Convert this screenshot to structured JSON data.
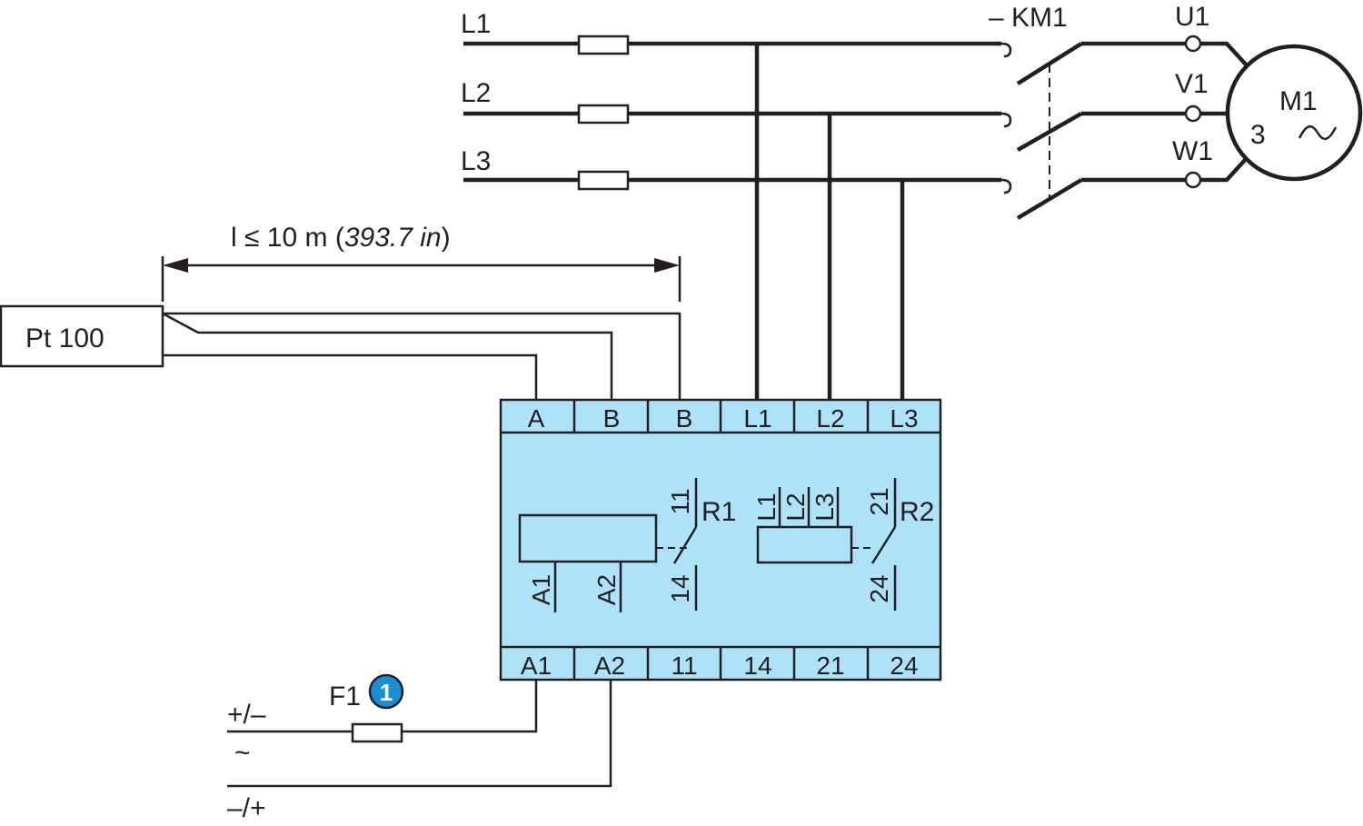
{
  "supply": {
    "phases": [
      "L1",
      "L2",
      "L3"
    ],
    "contactor": "– KM1",
    "motor_terminals": [
      "U1",
      "V1",
      "W1"
    ],
    "motor_name": "M1",
    "motor_phases": "3",
    "motor_symbol": "~"
  },
  "sensor": {
    "name": "Pt 100",
    "max_length_prefix": "l ≤ 10 m (",
    "max_length_inches": "393.7 in",
    "max_length_suffix": ")"
  },
  "relay": {
    "top_terminals": [
      "A",
      "B",
      "B",
      "L1",
      "L2",
      "L3"
    ],
    "bottom_terminals": [
      "A1",
      "A2",
      "11",
      "14",
      "21",
      "24"
    ],
    "coil_terminals": [
      "A1",
      "A2"
    ],
    "relay1": {
      "name": "R1",
      "contact_top": "11",
      "contact_bottom": "14"
    },
    "relay2": {
      "name": "R2",
      "contact_top": "21",
      "contact_bottom": "24",
      "phase_inputs": [
        "L1",
        "L2",
        "L3"
      ]
    },
    "body_color": "#ade2f8"
  },
  "control_supply": {
    "fuse": "F1",
    "fuse_note": "1",
    "note_color": "#1a8ed0",
    "polarity_top": "+/–",
    "ac_symbol": "~",
    "polarity_bottom": "–/+"
  }
}
